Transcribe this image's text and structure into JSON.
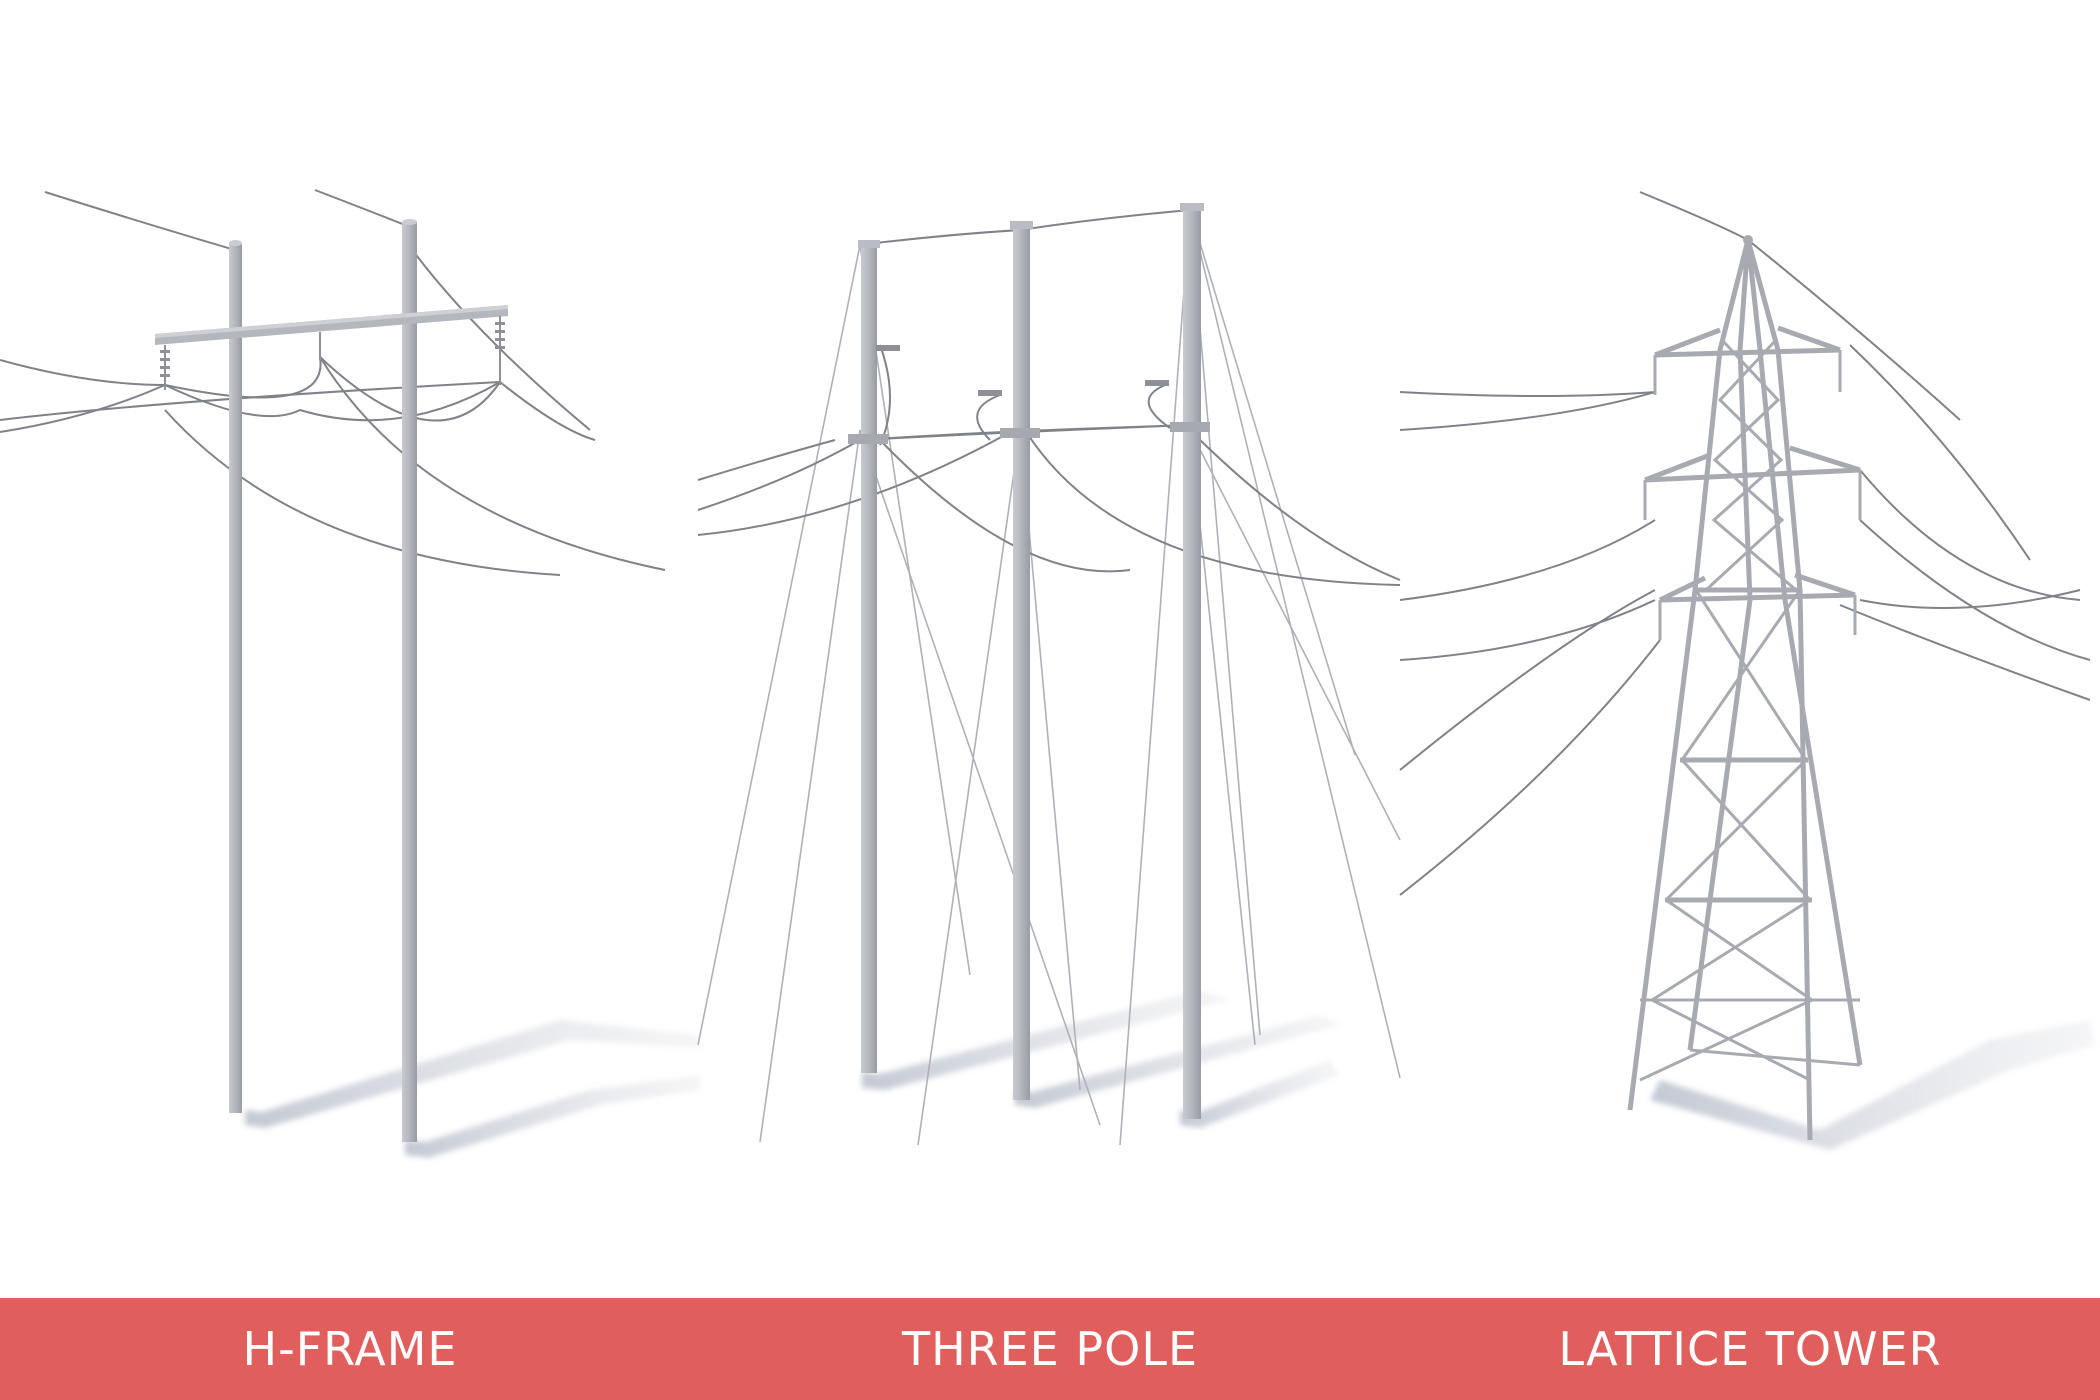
{
  "towers": [
    {
      "id": "h-frame",
      "label": "H-FRAME"
    },
    {
      "id": "three-pole",
      "label": "THREE POLE"
    },
    {
      "id": "lattice-tower",
      "label": "LATTICE TOWER"
    }
  ],
  "colors": {
    "band": "#e05f5d",
    "label_text": "#ffffff",
    "pole": "#b9bcc2",
    "pole_shade": "#9ea2a9",
    "wire": "#7f8288",
    "guy_wire": "#aeb1b6",
    "shadow": "#c9cdd6",
    "steel": "#a7abb1"
  }
}
